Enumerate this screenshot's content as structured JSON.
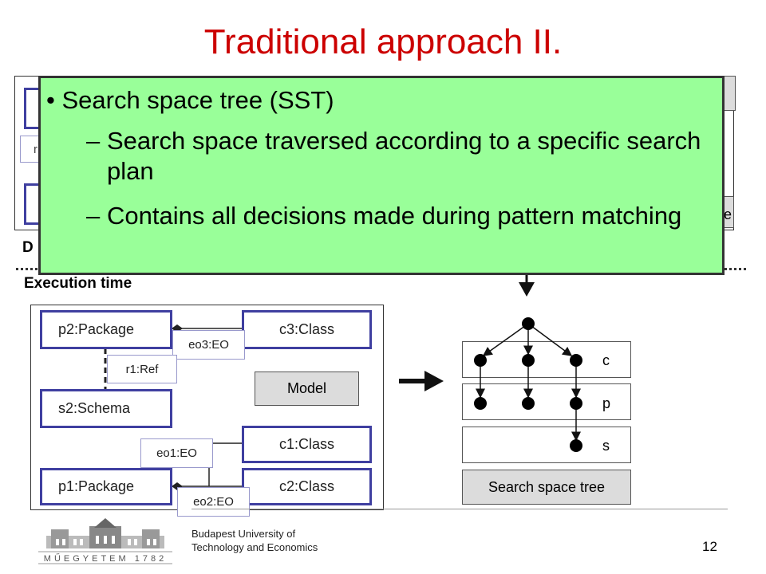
{
  "slide": {
    "title": "Traditional approach II.",
    "page_number": "12",
    "university_line1": "Budapest University of",
    "university_line2": "Technology and Economics",
    "logo_text": "MŰEGYETEM 1782"
  },
  "overlay": {
    "bullet_main": "Search space tree (SST)",
    "sub1": "Search space traversed according to a specific search plan",
    "sub2": "Contains all decisions made during pattern matching"
  },
  "hidden_partial": {
    "left_label_fragment": "D",
    "small_fragment": "r",
    "right_fragment": "e"
  },
  "execution": {
    "label": "Execution time",
    "nodes": {
      "p2": "p2:Package",
      "c3": "c3:Class",
      "s2": "s2:Schema",
      "c1": "c1:Class",
      "p1": "p1:Package",
      "c2": "c2:Class"
    },
    "edges": {
      "eo3": "eo3:EO",
      "r1": "r1:Ref",
      "eo1": "eo1:EO",
      "eo2": "eo2:EO"
    },
    "model_label": "Model"
  },
  "sst": {
    "levels": [
      "c",
      "p",
      "s"
    ],
    "caption": "Search space tree"
  }
}
